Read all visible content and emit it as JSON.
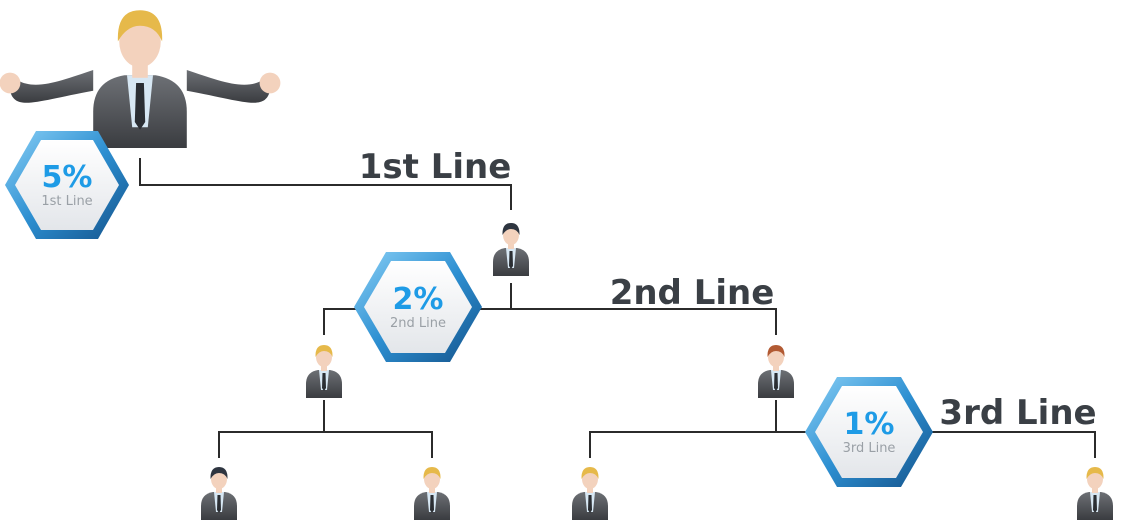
{
  "tiers": [
    {
      "percent": "5%",
      "sub": "1st Line",
      "title": "1st Line"
    },
    {
      "percent": "2%",
      "sub": "2nd Line",
      "title": "2nd Line"
    },
    {
      "percent": "1%",
      "sub": "3rd Line",
      "title": "3rd Line"
    }
  ],
  "colors": {
    "connector": "#2b2b2b",
    "accent": "#1e9be6",
    "label": "#3a3f45",
    "suit": "#5a5d62",
    "skin": "#f3d2bd",
    "hair_blonde": "#e6b94a",
    "hair_dark": "#2e3540",
    "hair_auburn": "#b25a33",
    "shirt": "#d7e7f3"
  },
  "people": [
    {
      "name": "person-top-leader",
      "hair": "hair_blonde"
    },
    {
      "name": "person-level1",
      "hair": "hair_dark"
    },
    {
      "name": "person-level2-left",
      "hair": "hair_blonde"
    },
    {
      "name": "person-level2-right",
      "hair": "hair_auburn"
    },
    {
      "name": "person-level3-a",
      "hair": "hair_dark"
    },
    {
      "name": "person-level3-b",
      "hair": "hair_blonde"
    },
    {
      "name": "person-level3-c",
      "hair": "hair_blonde"
    },
    {
      "name": "person-level3-d",
      "hair": "hair_blonde"
    }
  ]
}
